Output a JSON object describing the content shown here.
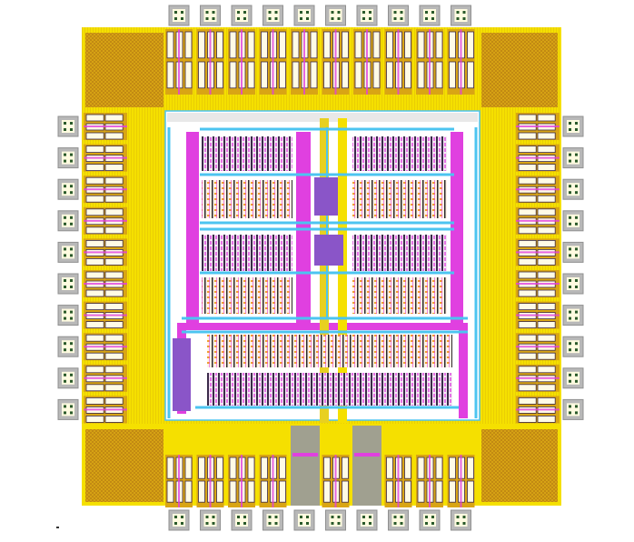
{
  "layout_view": {
    "colors": {
      "background": "#ffffff",
      "pad_ring": "#f5e000",
      "metal_gold": "#d9a514",
      "bond_pad": "#b8b8b8",
      "pad_hole": "#2a5a2a",
      "core_bg": "#ffffff",
      "power_rail": "#e040e0",
      "signal_metal": "#4cc4f0",
      "macro_block": "#8a55c8",
      "gray_block": "#a0a090",
      "cell_dark": "#3a2a4a",
      "cell_orange": "#f0a030"
    },
    "pads": {
      "top_count": 10,
      "bottom_count": 10,
      "left_count": 10,
      "right_count": 10
    },
    "icons": {
      "bond_pad": "square-bond-pad-icon",
      "corner_fill": "hatched-corner-icon"
    }
  }
}
